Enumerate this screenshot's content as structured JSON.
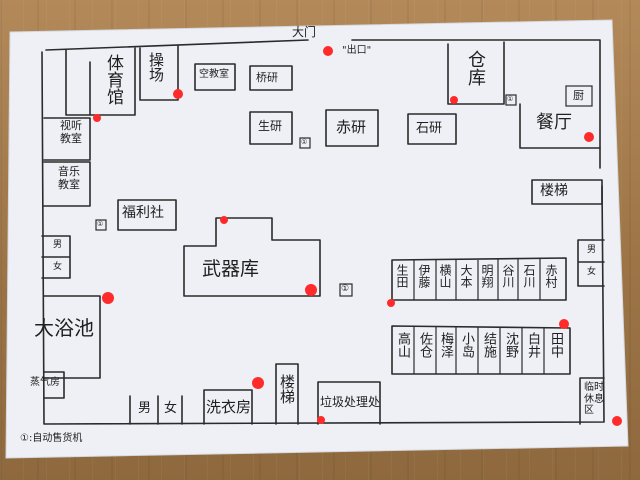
{
  "map": {
    "main_gate": "大门",
    "exit": "\"出口\"",
    "gym": "体育馆",
    "playground": "操场",
    "empty_classroom": "空教室",
    "bridge_lab": "桥研",
    "raw_lab": "生研",
    "red_lab": "赤研",
    "stone_lab": "石研",
    "warehouse": "仓库",
    "kitchen": "厨",
    "cafeteria": "餐厅",
    "av_classroom": "视听教室",
    "music_classroom": "音乐教室",
    "stairs": "楼梯",
    "welfare": "福利社",
    "arsenal": "武器库",
    "men_1": "男",
    "women_1": "女",
    "men_2": "男",
    "women_2": "女",
    "big_bath": "大浴池",
    "steam_room": "蒸气房",
    "men_3": "男",
    "women_3": "女",
    "laundry": "洗衣房",
    "stairs_2": "楼梯",
    "garbage": "垃圾处理处",
    "rest_area": "临时休息区",
    "legend": "①:自动售货机",
    "vending_mark": "①",
    "dorms_top": [
      "生田",
      "伊藤",
      "横山",
      "大本",
      "明翔",
      "谷川",
      "石川",
      "赤村"
    ],
    "dorms_bottom": [
      "高山",
      "佐仓",
      "梅泽",
      "小岛",
      "结施",
      "沈野",
      "白井",
      "田中"
    ]
  }
}
